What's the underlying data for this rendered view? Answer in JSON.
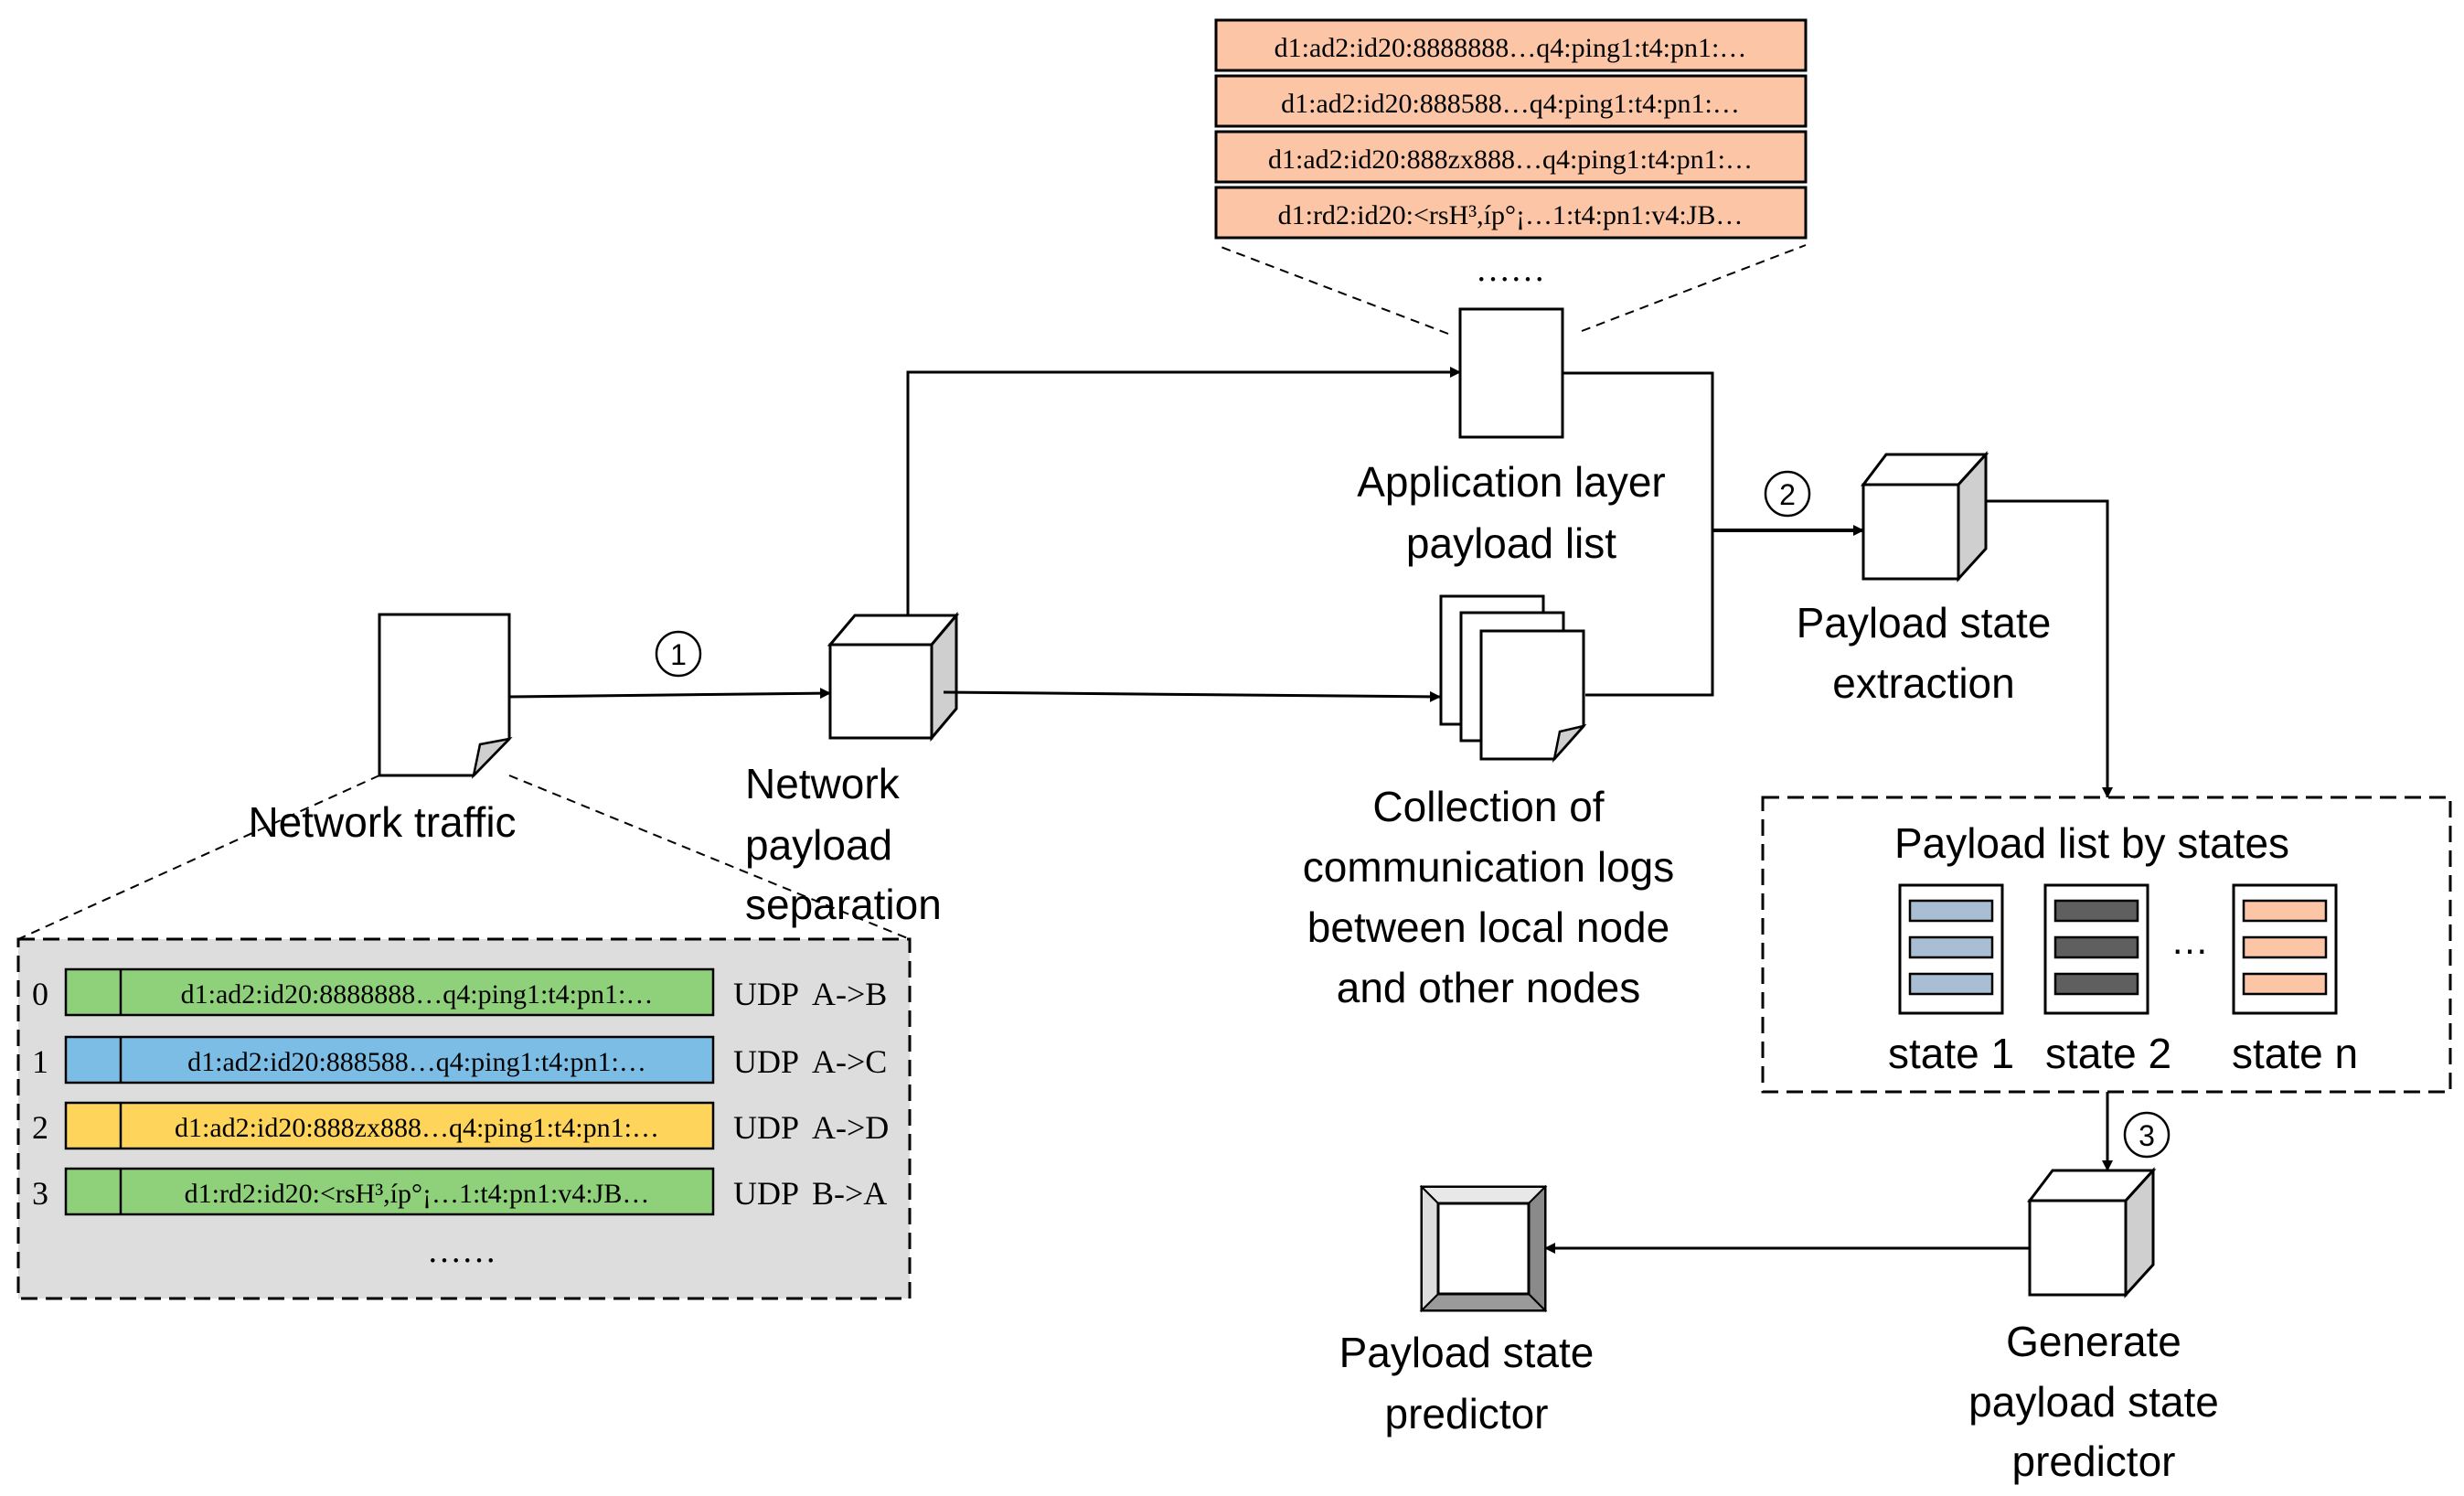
{
  "steps": {
    "s1": "1",
    "s2": "2",
    "s3": "3"
  },
  "network_traffic": {
    "label": "Network traffic",
    "rows": [
      {
        "index": "0",
        "payload": "d1:ad2:id20:8888888…q4:ping1:t4:pn1:…",
        "proto": "UDP",
        "flow": "A->B",
        "color": "#8fd17a"
      },
      {
        "index": "1",
        "payload": "d1:ad2:id20:888588…q4:ping1:t4:pn1:…",
        "proto": "UDP",
        "flow": "A->C",
        "color": "#7cbde6"
      },
      {
        "index": "2",
        "payload": "d1:ad2:id20:888zx888…q4:ping1:t4:pn1:…",
        "proto": "UDP",
        "flow": "A->D",
        "color": "#ffd45a"
      },
      {
        "index": "3",
        "payload": "d1:rd2:id20:<rsH³,íp°¡…1:t4:pn1:v4:JB…",
        "proto": "UDP",
        "flow": "B->A",
        "color": "#8fd17a"
      }
    ],
    "ellipsis": "……"
  },
  "separation": {
    "line1": "Network",
    "line2": "payload",
    "line3": "separation"
  },
  "app_payload_list": {
    "line1": "Application layer",
    "line2": "payload list",
    "items": [
      "d1:ad2:id20:8888888…q4:ping1:t4:pn1:…",
      "d1:ad2:id20:888588…q4:ping1:t4:pn1:…",
      "d1:ad2:id20:888zx888…q4:ping1:t4:pn1:…",
      "d1:rd2:id20:<rsH³,íp°¡…1:t4:pn1:v4:JB…"
    ],
    "ellipsis": "……",
    "item_color": "#fbc5a6"
  },
  "comm_logs": {
    "line1": "Collection of",
    "line2": "communication logs",
    "line3": "between local node",
    "line4": "and other nodes"
  },
  "state_extraction": {
    "line1": "Payload state",
    "line2": "extraction"
  },
  "payload_by_states": {
    "title": "Payload list by states",
    "states": [
      {
        "label": "state 1",
        "color": "#a9bdd3"
      },
      {
        "label": "state 2",
        "color": "#5f5f5f"
      },
      {
        "label": "state n",
        "color": "#fbc5a6"
      }
    ],
    "ellipsis": "…"
  },
  "generate_predictor": {
    "line1": "Generate",
    "line2": "payload state",
    "line3": "predictor"
  },
  "predictor": {
    "line1": "Payload state",
    "line2": "predictor"
  }
}
